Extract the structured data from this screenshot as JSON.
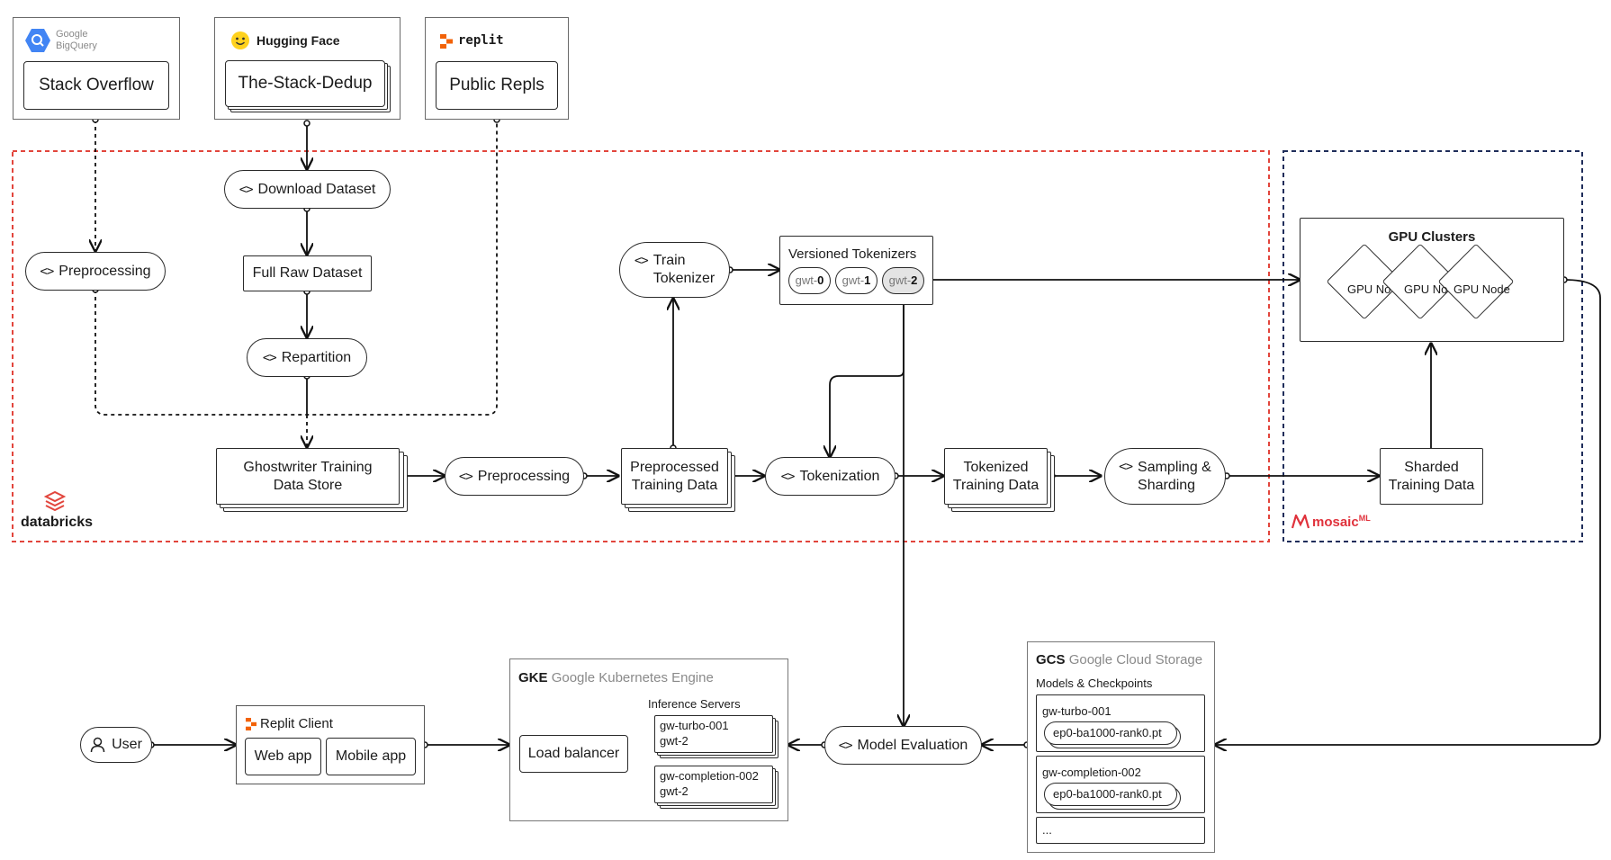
{
  "sources": {
    "bigquery": {
      "brand_line1": "Google",
      "brand_line2": "BigQuery",
      "label": "Stack Overflow"
    },
    "huggingface": {
      "brand": "Hugging Face",
      "label": "The-Stack-Dedup"
    },
    "replit": {
      "brand": "replit",
      "label": "Public Repls"
    }
  },
  "databricks": {
    "logo": "databricks",
    "download_dataset": "Download Dataset",
    "preprocessing_left": "Preprocessing",
    "full_raw_dataset": "Full Raw Dataset",
    "repartition": "Repartition",
    "ghostwriter_store_line1": "Ghostwriter Training",
    "ghostwriter_store_line2": "Data Store",
    "preprocessing_mid": "Preprocessing",
    "preprocessed_line1": "Preprocessed",
    "preprocessed_line2": "Training Data",
    "train_tokenizer_line1": "Train",
    "train_tokenizer_line2": "Tokenizer",
    "versioned_tokenizers": "Versioned Tokenizers",
    "tokenizers": [
      {
        "prefix": "gwt-",
        "num": "0"
      },
      {
        "prefix": "gwt-",
        "num": "1"
      },
      {
        "prefix": "gwt-",
        "num": "2"
      }
    ],
    "tokenization": "Tokenization",
    "tokenized_line1": "Tokenized",
    "tokenized_line2": "Training Data",
    "sampling_line1": "Sampling &",
    "sampling_line2": "Sharding"
  },
  "mosaic": {
    "logo": "mosaic",
    "logo_sup": "ML",
    "gpu_clusters": "GPU Clusters",
    "gpu_nodes": [
      "GPU Node",
      "GPU Node",
      "GPU Node"
    ],
    "sharded_line1": "Sharded",
    "sharded_line2": "Training Data"
  },
  "serving": {
    "user": "User",
    "replit_client": "Replit Client",
    "web_app": "Web app",
    "mobile_app": "Mobile app",
    "gke_abbr": "GKE",
    "gke_name": "Google Kubernetes Engine",
    "inference_servers": "Inference Servers",
    "load_balancer": "Load balancer",
    "servers": [
      {
        "line1": "gw-turbo-001",
        "line2": "gwt-2"
      },
      {
        "line1": "gw-completion-002",
        "line2": "gwt-2"
      }
    ],
    "model_evaluation": "Model Evaluation",
    "gcs_abbr": "GCS",
    "gcs_name": "Google Cloud Storage",
    "models_checkpoints": "Models & Checkpoints",
    "models": [
      {
        "name": "gw-turbo-001",
        "checkpoint": "ep0-ba1000-rank0.pt"
      },
      {
        "name": "gw-completion-002",
        "checkpoint": "ep0-ba1000-rank0.pt"
      }
    ],
    "more": "..."
  },
  "colors": {
    "databricks_border": "#e2453c",
    "mosaic_border": "#1f2d5a",
    "google_blue": "#4285f4",
    "replit_orange": "#f26207",
    "hf_yellow": "#ffd21e",
    "mosaic_red": "#e0323c"
  }
}
